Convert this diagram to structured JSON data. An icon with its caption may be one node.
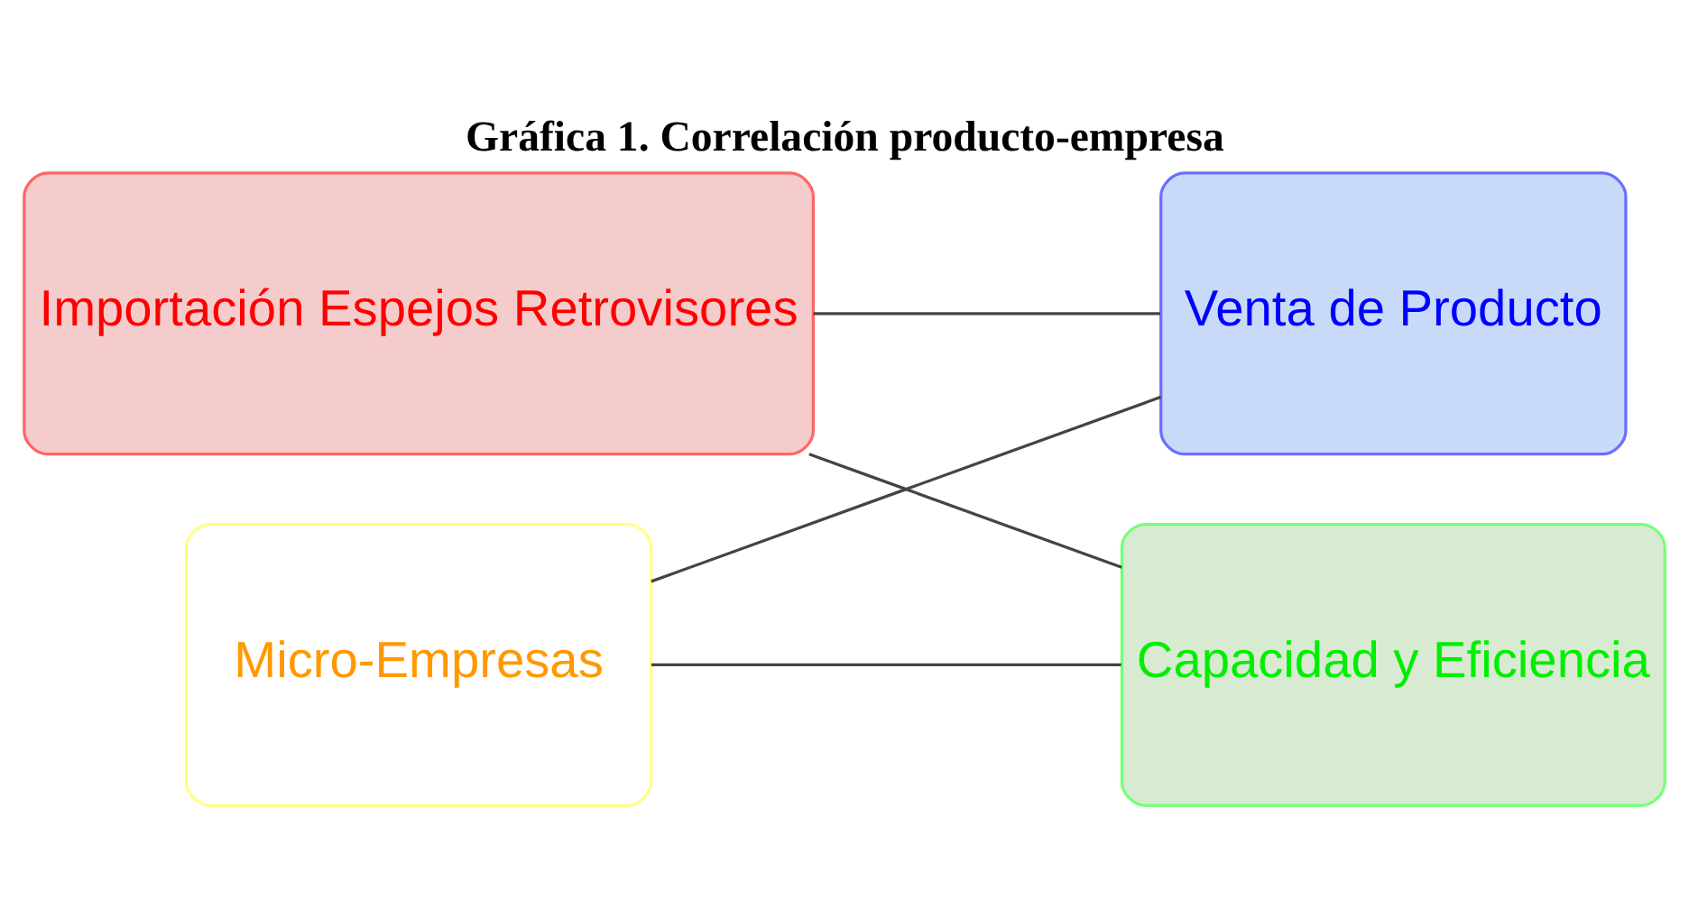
{
  "diagram": {
    "title": "Gráfica 1. Correlación producto-empresa",
    "nodes": [
      {
        "text": [
          "Importación Espejos Retrovisores"
        ]
      },
      {
        "text": [
          "Venta de Producto"
        ]
      },
      {
        "text": [
          "Micro-Empresas"
        ]
      },
      {
        "text": [
          "Capacidad y Eficiencia"
        ]
      }
    ],
    "edges": [
      {
        "from": 0,
        "to": 1,
        "arrow": "none"
      },
      {
        "from": 0,
        "to": 3,
        "arrow": "none"
      },
      {
        "from": 2,
        "to": 1,
        "arrow": "none"
      },
      {
        "from": 2,
        "to": 3,
        "arrow": "none"
      }
    ]
  }
}
